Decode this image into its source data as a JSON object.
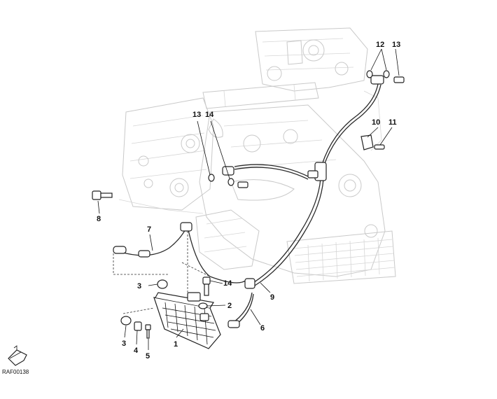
{
  "figure_code": "RAF00138",
  "callouts": [
    {
      "id": "c1",
      "text": "1"
    },
    {
      "id": "c2",
      "text": "2"
    },
    {
      "id": "c3a",
      "text": "3"
    },
    {
      "id": "c3b",
      "text": "3"
    },
    {
      "id": "c4",
      "text": "4"
    },
    {
      "id": "c5",
      "text": "5"
    },
    {
      "id": "c6",
      "text": "6"
    },
    {
      "id": "c7",
      "text": "7"
    },
    {
      "id": "c8",
      "text": "8"
    },
    {
      "id": "c9",
      "text": "9"
    },
    {
      "id": "c10",
      "text": "10"
    },
    {
      "id": "c11",
      "text": "11"
    },
    {
      "id": "c12a",
      "text": "12"
    },
    {
      "id": "c12b",
      "text": "12"
    },
    {
      "id": "c13a",
      "text": "13"
    },
    {
      "id": "c13b",
      "text": "13"
    },
    {
      "id": "c14",
      "text": "14"
    }
  ]
}
